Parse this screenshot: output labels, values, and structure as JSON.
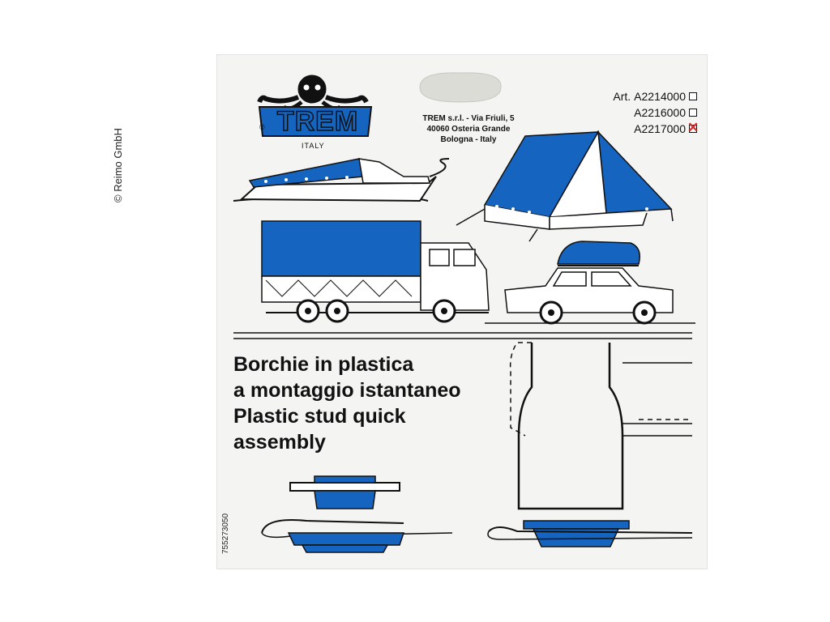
{
  "copyright": "© Reimo GmbH",
  "brand": {
    "name": "TREM",
    "registered_mark": "®",
    "country": "ITALY"
  },
  "address": {
    "line1": "TREM s.r.l. - Via Friuli, 5",
    "line2": "40060 Osteria Grande",
    "line3": "Bologna - Italy"
  },
  "articles": {
    "prefix": "Art.",
    "items": [
      {
        "code": "A2214000",
        "checked": false
      },
      {
        "code": "A2216000",
        "checked": false
      },
      {
        "code": "A2217000",
        "checked": true
      }
    ]
  },
  "headline": {
    "it_line1": "Borchie in plastica",
    "it_line2": "a montaggio istantaneo",
    "en_line1": "Plastic stud quick",
    "en_line2": "assembly"
  },
  "barcode_number": "755273050",
  "colors": {
    "accent_blue": "#1565c0",
    "check_red": "#d32f2f",
    "card_bg": "#f4f4f2"
  }
}
